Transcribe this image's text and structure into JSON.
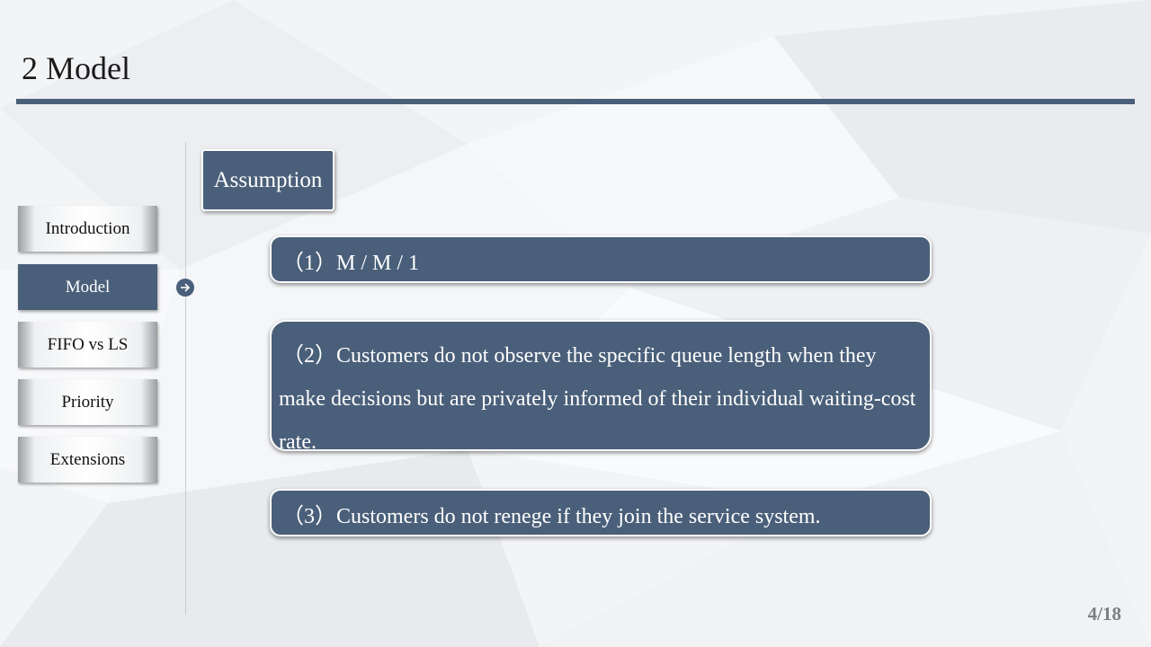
{
  "slide": {
    "title": "2 Model",
    "page_number": "4/18"
  },
  "nav": {
    "items": [
      {
        "label": "Introduction",
        "active": false
      },
      {
        "label": "Model",
        "active": true
      },
      {
        "label": "FIFO vs LS",
        "active": false
      },
      {
        "label": "Priority",
        "active": false
      },
      {
        "label": "Extensions",
        "active": false
      }
    ],
    "active_indicator_icon": "arrow-right-circle-icon"
  },
  "section": {
    "tag": "Assumption",
    "items": [
      {
        "text": "（1）M / M / 1"
      },
      {
        "text": "（2）Customers do not observe the specific queue length when they make decisions but are privately informed of their individual waiting-cost rate."
      },
      {
        "text": "（3）Customers do not renege if they join the service system."
      }
    ]
  },
  "colors": {
    "accent": "#4a5f79",
    "background": "#f2f3f5",
    "text": "#1a1a1a"
  }
}
